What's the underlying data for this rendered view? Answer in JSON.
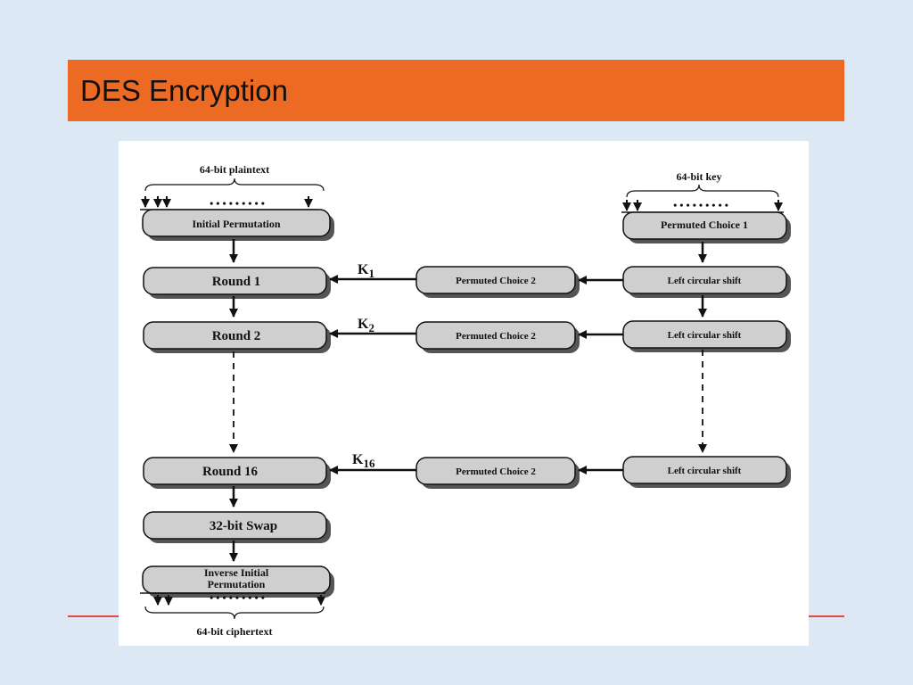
{
  "slide": {
    "title": "DES Encryption"
  },
  "diagram": {
    "plaintext_label": "64-bit plaintext",
    "key_label": "64-bit key",
    "ciphertext_label": "64-bit ciphertext",
    "dots": "• • • • • • • • •",
    "initial_permutation": "Initial Permutation",
    "permuted_choice_1": "Permuted Choice 1",
    "rounds": [
      {
        "label": "Round 1",
        "key": "K",
        "key_sub": "1",
        "pc2": "Permuted Choice 2",
        "shift": "Left circular shift"
      },
      {
        "label": "Round 2",
        "key": "K",
        "key_sub": "2",
        "pc2": "Permuted Choice 2",
        "shift": "Left circular shift"
      },
      {
        "label": "Round 16",
        "key": "K",
        "key_sub": "16",
        "pc2": "Permuted Choice 2",
        "shift": "Left circular shift"
      }
    ],
    "swap": "32-bit Swap",
    "inverse_line1": "Inverse Initial",
    "inverse_line2": "Permutation"
  }
}
